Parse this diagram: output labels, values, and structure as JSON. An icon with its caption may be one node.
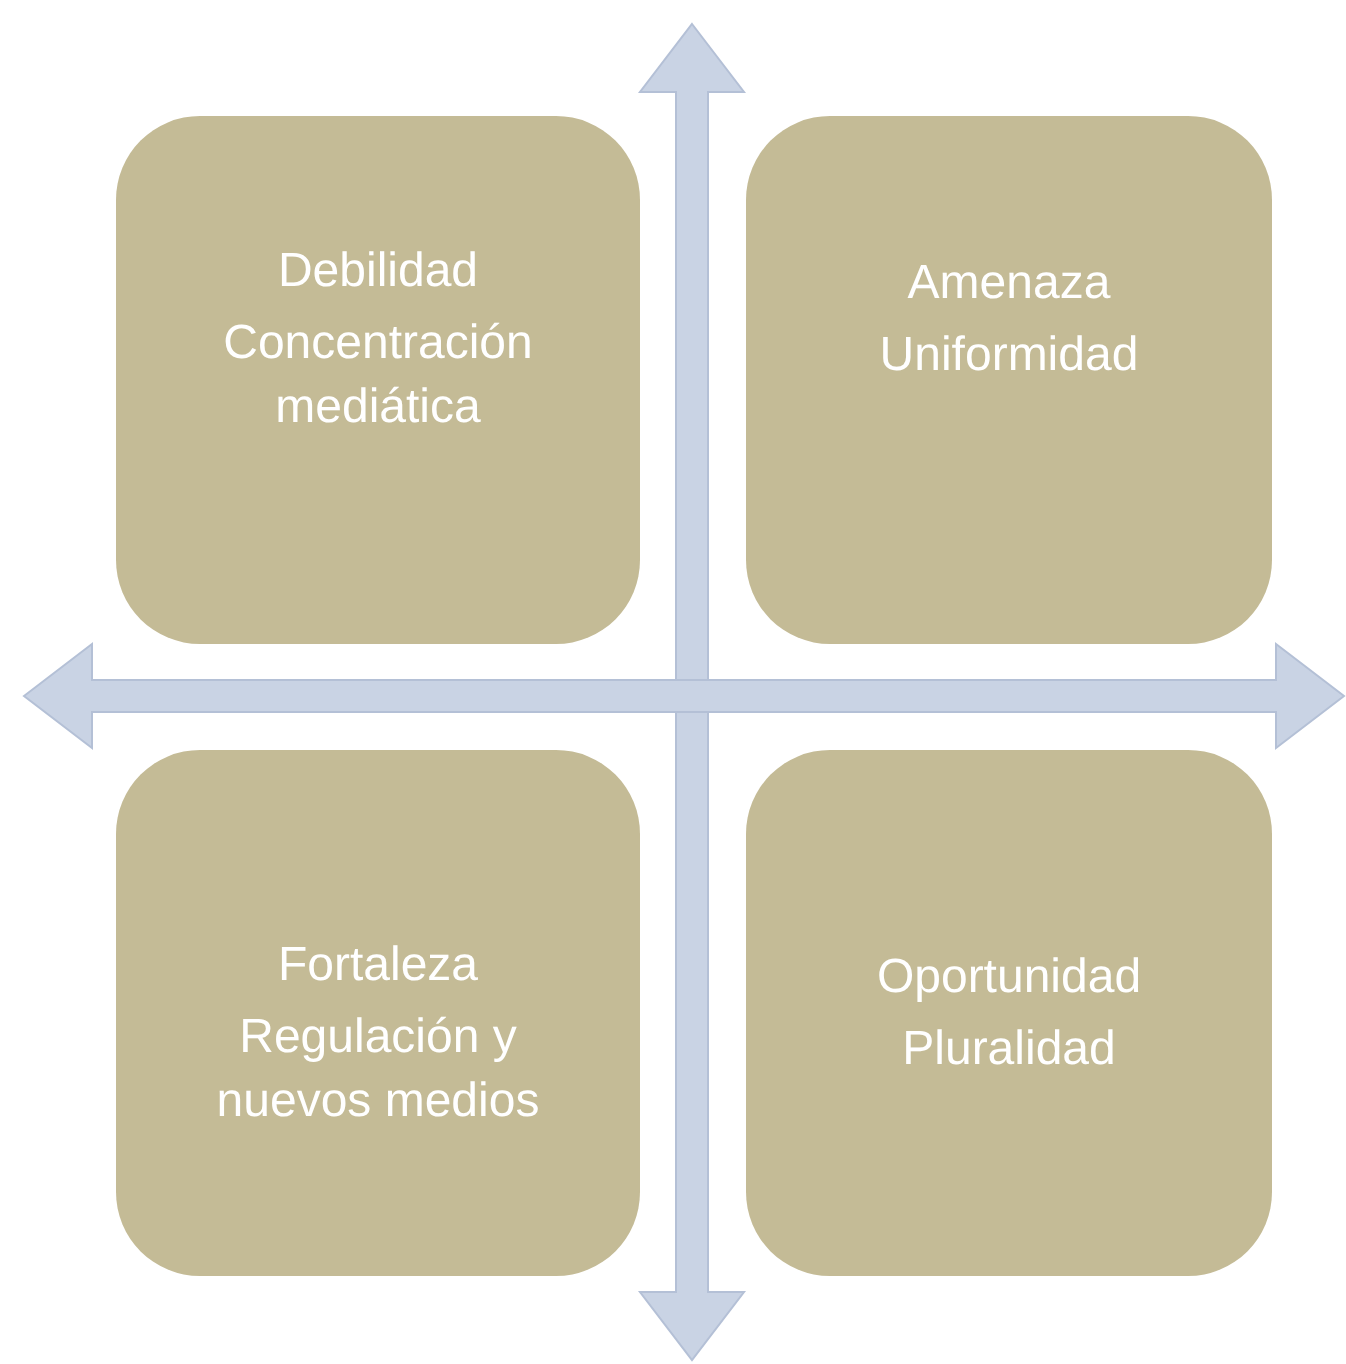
{
  "diagram": {
    "nodes": [
      {
        "text": [
          "Debilidad",
          "Concentración mediática"
        ]
      },
      {
        "text": [
          "Amenaza",
          "Uniformidad"
        ]
      },
      {
        "text": [
          "Fortaleza",
          "Regulación y nuevos medios"
        ]
      },
      {
        "text": [
          "Oportunidad",
          "Pluralidad"
        ]
      }
    ]
  }
}
